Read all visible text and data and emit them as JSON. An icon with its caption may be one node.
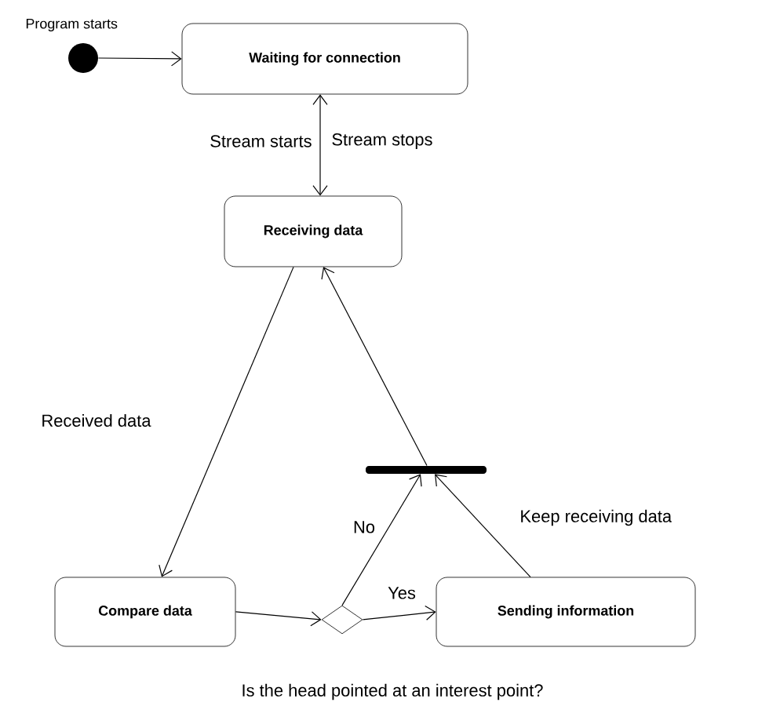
{
  "diagram": {
    "nodes": [
      {
        "text": [],
        "shape": "circle",
        "beside": [
          "Program starts"
        ]
      },
      {
        "text": [
          "Waiting for connection"
        ]
      },
      {
        "text": [
          "Receiving data"
        ]
      },
      {
        "text": [
          "Compare data"
        ]
      },
      {
        "text": [],
        "shape": "diamond",
        "beside": [
          "Is the head pointed at an interest point?"
        ]
      },
      {
        "text": [
          "Sending information"
        ]
      },
      {
        "text": [],
        "shape": "bar"
      }
    ],
    "edges": [
      {
        "from": 0,
        "to": 1,
        "arrow": "to"
      },
      {
        "from": 1,
        "to": 2,
        "arrow": "both",
        "label": "Stream starts"
      },
      {
        "from": 2,
        "to": 3,
        "arrow": "to",
        "label": "Received data"
      },
      {
        "from": 3,
        "to": 4,
        "arrow": "to"
      },
      {
        "from": 4,
        "to": 5,
        "arrow": "to",
        "label": "Yes"
      },
      {
        "from": 4,
        "to": 6,
        "arrow": "to",
        "label": "No"
      },
      {
        "from": 5,
        "to": 6,
        "arrow": "to",
        "label": "Keep receiving data"
      },
      {
        "from": 6,
        "to": 2,
        "arrow": "to"
      }
    ],
    "labels": [
      "Stream stops"
    ]
  }
}
